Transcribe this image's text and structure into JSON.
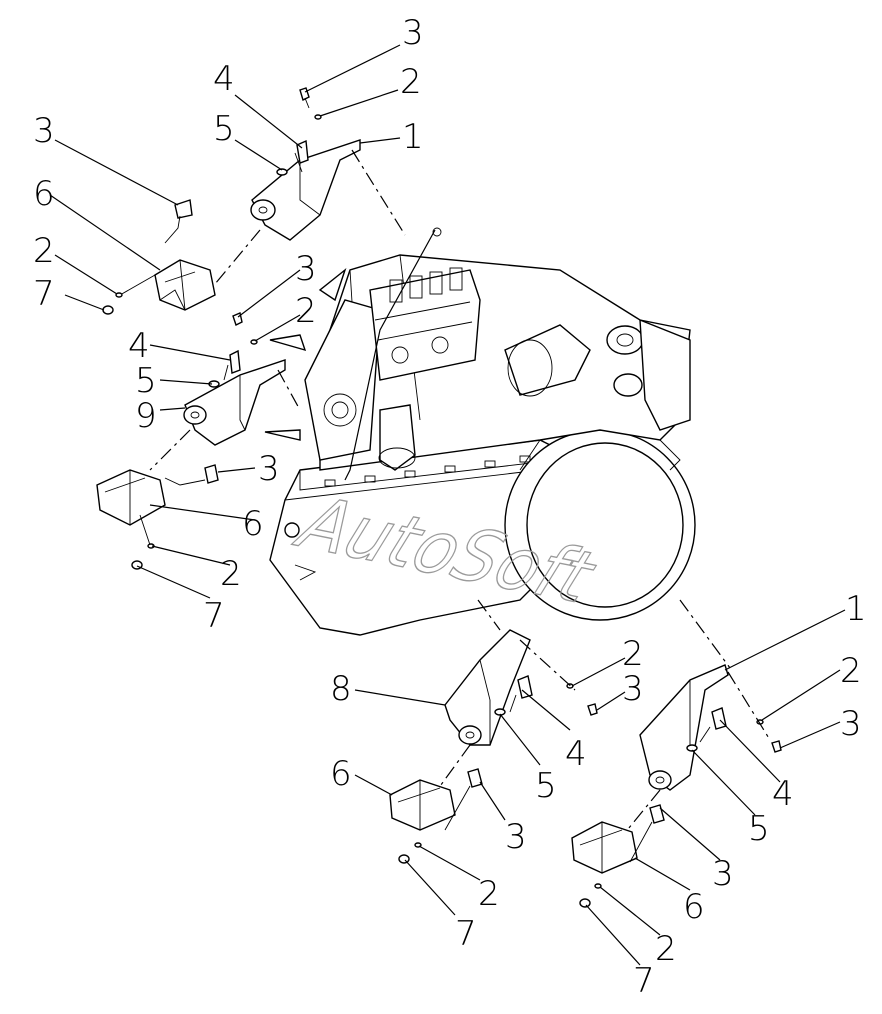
{
  "watermark": "AutoSoft",
  "callouts": [
    {
      "text": "3"
    },
    {
      "text": "2"
    },
    {
      "text": "4"
    },
    {
      "text": "5"
    },
    {
      "text": "1"
    },
    {
      "text": "3"
    },
    {
      "text": "6"
    },
    {
      "text": "2"
    },
    {
      "text": "7"
    },
    {
      "text": "3"
    },
    {
      "text": "2"
    },
    {
      "text": "4"
    },
    {
      "text": "5"
    },
    {
      "text": "9"
    },
    {
      "text": "3"
    },
    {
      "text": "6"
    },
    {
      "text": "2"
    },
    {
      "text": "7"
    },
    {
      "text": "1"
    },
    {
      "text": "2"
    },
    {
      "text": "3"
    },
    {
      "text": "4"
    },
    {
      "text": "5"
    },
    {
      "text": "3"
    },
    {
      "text": "6"
    },
    {
      "text": "2"
    },
    {
      "text": "7"
    },
    {
      "text": "8"
    },
    {
      "text": "2"
    },
    {
      "text": "3"
    },
    {
      "text": "4"
    },
    {
      "text": "5"
    },
    {
      "text": "6"
    },
    {
      "text": "3"
    },
    {
      "text": "2"
    },
    {
      "text": "7"
    }
  ]
}
